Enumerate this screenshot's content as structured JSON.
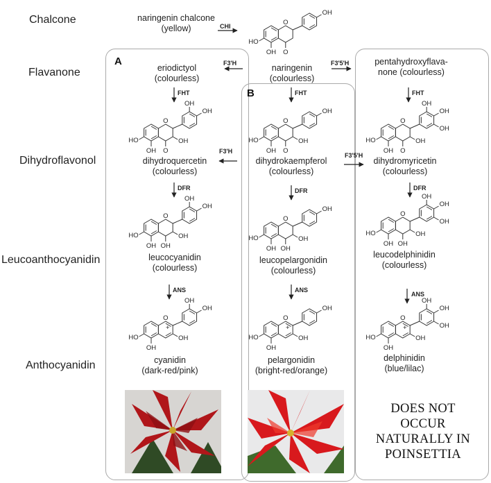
{
  "stages": [
    "Chalcone",
    "Flavanone",
    "Dihydroflavonol",
    "Leucoanthocyanidin",
    "Anthocyanidin"
  ],
  "panels": {
    "a_label": "A",
    "b_label": "B"
  },
  "enzymes": {
    "chi": "CHI",
    "f3h_top": "F3'H",
    "f35h_top": "F3'5'H",
    "fht_a": "FHT",
    "fht_b": "FHT",
    "fht_c": "FHT",
    "f3h_mid": "F3'H",
    "f35h_mid": "F3'5'H",
    "dfr_a": "DFR",
    "dfr_b": "DFR",
    "dfr_c": "DFR",
    "ans_a": "ANS",
    "ans_b": "ANS",
    "ans_c": "ANS"
  },
  "compounds": {
    "naringenin_chalcone": [
      "naringenin chalcone",
      "(yellow)"
    ],
    "naringenin": [
      "naringenin",
      "(colourless)"
    ],
    "eriodictyol": [
      "eriodictyol",
      "(colourless)"
    ],
    "pentahydroxyflavanone": [
      "pentahydroxyflava-",
      "none (colourless)"
    ],
    "dihydroquercetin": [
      "dihydroquercetin",
      "(colourless)"
    ],
    "dihydrokaempferol": [
      "dihydrokaempferol",
      "(colourless)"
    ],
    "dihydromyricetin": [
      "dihydromyricetin",
      "(colourless)"
    ],
    "leucocyanidin": [
      "leucocyanidin",
      "(colourless)"
    ],
    "leucopelargonidin": [
      "leucopelargonidin",
      "(colourless)"
    ],
    "leucodelphinidin": [
      "leucodelphinidin",
      "(colourless)"
    ],
    "cyanidin": [
      "cyanidin",
      "(dark-red/pink)"
    ],
    "pelargonidin": [
      "pelargonidin",
      "(bright-red/orange)"
    ],
    "delphinidin": [
      "delphinidin",
      "(blue/lilac)"
    ]
  },
  "atoms": {
    "oh": "OH",
    "ho": "HO",
    "o": "O",
    "plus": "+"
  },
  "no_occur": [
    "DOES NOT",
    "OCCUR",
    "NATURALLY IN",
    "POINSETTIA"
  ],
  "colors": {
    "panel_border": "#a9a9a9",
    "bract_red": "#d0191c",
    "bract_dark": "#8e0f13",
    "leaf_green": "#2f4a25"
  }
}
